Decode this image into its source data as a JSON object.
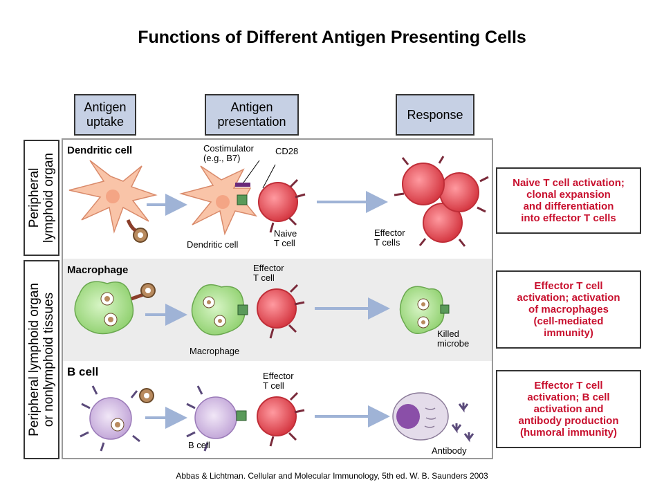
{
  "title": "Functions of Different Antigen Presenting Cells",
  "headers": {
    "uptake": "Antigen\nuptake",
    "presentation": "Antigen\npresentation",
    "response": "Response"
  },
  "sides": {
    "top": "Peripheral\nlymphoid organ",
    "bottom": "Peripheral lymphoid organ\nor nonlymphoid tissues"
  },
  "rows": {
    "dendritic": {
      "label": "Dendritic cell",
      "costimulator": "Costimulator\n(e.g., B7)",
      "cd28": "CD28",
      "dendritic_cell": "Dendritic cell",
      "naive_t": "Naive\nT cell",
      "effector_t_cells": "Effector\nT cells",
      "response": "Naive T cell activation;\nclonal expansion\nand differentiation\ninto effector T cells"
    },
    "macrophage": {
      "label": "Macrophage",
      "effector_t": "Effector\nT cell",
      "macrophage": "Macrophage",
      "killed_microbe": "Killed\nmicrobe",
      "response": "Effector T cell\nactivation; activation\nof macrophages\n(cell-mediated\nimmunity)"
    },
    "bcell": {
      "label": "B cell",
      "effector_t": "Effector\nT cell",
      "b_cell": "B cell",
      "antibody": "Antibody",
      "response": "Effector T cell\nactivation; B cell\nactivation and\nantibody production\n(humoral immunity)"
    }
  },
  "citation": "Abbas & Lichtman. Cellular and Molecular Immunology, 5th ed. W. B. Saunders 2003",
  "colors": {
    "header_fill": "#c6d0e4",
    "response_text": "#c8102e",
    "arrow": "#9fb3d6",
    "tcell": "#e8545c",
    "dendritic": "#f9c4a8",
    "macrophage": "#a8e08c",
    "bcell": "#d6c2e6",
    "plasma_nucleus": "#8a4fa8"
  }
}
